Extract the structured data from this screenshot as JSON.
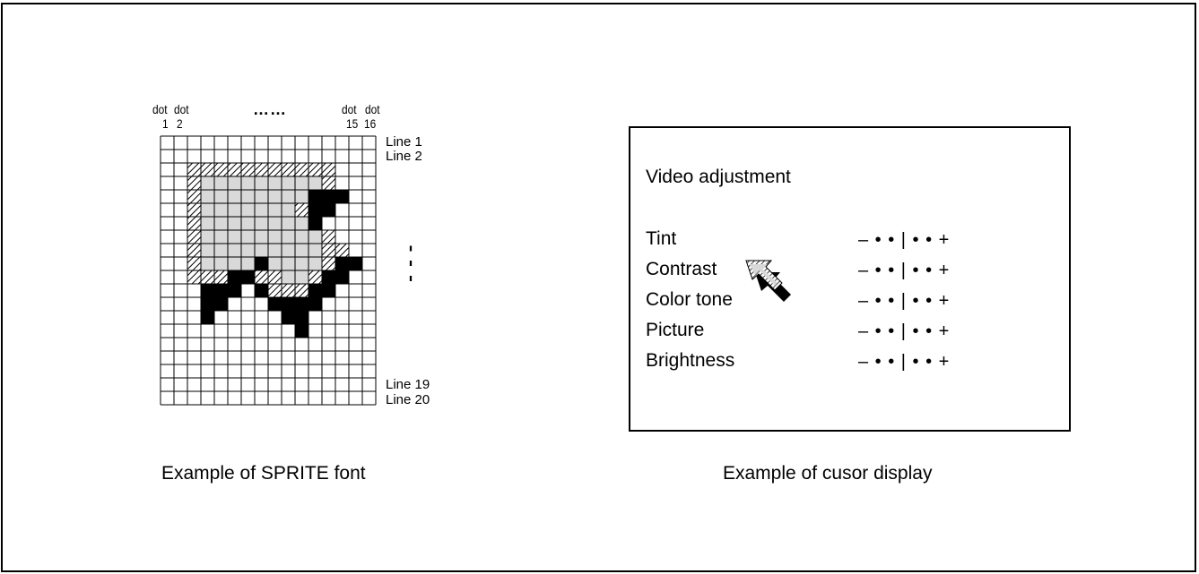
{
  "sprite": {
    "headers": {
      "dot_left_1": "dot",
      "dot_left_2": "dot",
      "ellipsis": "……",
      "dot_right_1": "dot",
      "dot_right_2": "dot",
      "num_1": "1",
      "num_2": "2",
      "num_15": "15",
      "num_16": "16"
    },
    "line_labels": {
      "line1": "Line 1",
      "line2": "Line 2",
      "line19": "Line 19",
      "line20": "Line 20"
    },
    "vertical_ellipsis": "⋮",
    "caption": "Example of SPRITE font",
    "columns": 16,
    "rows": 20,
    "pattern": [
      "................",
      "................",
      "..HHHHHHHHHHH...",
      "..HGGGGGGGGGH...",
      "..HGGGGGGGGBBB..",
      "..HGGGGGGGHBB...",
      "..HGGGGGGGGB....",
      "..HGGGGGGGGGH...",
      "..HGGGGGGGGGHH..",
      "..HGGGGBGGGGHBB.",
      "..HHHBBHHGGHBB..",
      "...BBB.BHHHBB...",
      "...BB...BBBB....",
      "...B.....BB.....",
      "..........B.....",
      "................",
      "................",
      "................",
      "................",
      "................"
    ],
    "colors": {
      "hatch": "#000000",
      "light": "#d9d9d9",
      "black": "#000000"
    }
  },
  "cursor_display": {
    "title": "Video adjustment",
    "items": [
      {
        "label": "Tint",
        "scale": "– • • | • • +"
      },
      {
        "label": "Contrast",
        "scale": "– • • | • • +"
      },
      {
        "label": "Color tone",
        "scale": "– • • | • • +"
      },
      {
        "label": "Picture",
        "scale": "– • • | • • +"
      },
      {
        "label": "Brightness",
        "scale": "– • • | • • +"
      }
    ],
    "caption": "Example of cusor display",
    "cursor_icon": "arrow-cursor-icon"
  }
}
